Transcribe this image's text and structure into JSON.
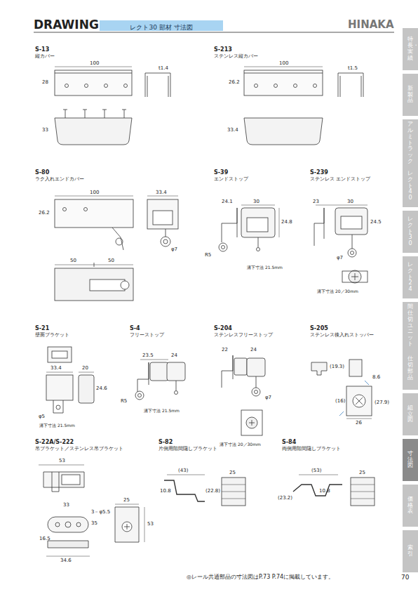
{
  "diagram": {
    "title": "DRAWING",
    "nodes": [
      {
        "text": [
          "レクト30 部材 寸法図"
        ]
      },
      {
        "text": [
          "特長・実績"
        ]
      },
      {
        "text": [
          "新製品"
        ]
      },
      {
        "text": [
          "アルミトラック"
        ]
      },
      {
        "text": [
          "レクト40"
        ]
      },
      {
        "text": [
          "レクト30"
        ]
      },
      {
        "text": [
          "レクト24"
        ]
      },
      {
        "text": [
          "間仕切ユニット"
        ]
      },
      {
        "text": [
          "仕切部品"
        ]
      },
      {
        "text": [
          "組立図"
        ]
      },
      {
        "text": [
          "寸法図"
        ]
      },
      {
        "text": [
          "価格表"
        ]
      },
      {
        "text": [
          "索引"
        ]
      }
    ],
    "labels": [
      "HINAKA",
      "S-13",
      "縦カバー",
      "100",
      "28",
      "t1.4",
      "33",
      "S-213",
      "ステンレス縦カバー",
      "100",
      "26.2",
      "t1.5",
      "33.4",
      "S-80",
      "ラク入れエンドカバー",
      "100",
      "33.4",
      "26.2",
      "φ7",
      "50",
      "50",
      "S-39",
      "エンドストップ",
      "24.1",
      "30",
      "24.8",
      "R5",
      "溝下寸法 21.5mm",
      "S-239",
      "ステンレス エンドストップ",
      "23",
      "30",
      "24.5",
      "φ7",
      "溝下寸法 20／30mm",
      "S-21",
      "壁面ブラケット",
      "33.4",
      "20",
      "24.6",
      "φ5",
      "溝下寸法 21.5mm",
      "S-4",
      "フリーストップ",
      "23.5",
      "24",
      "R5",
      "溝下寸法 21.5mm",
      "S-204",
      "ステンレスフリーストップ",
      "22",
      "24",
      "φ7",
      "溝下寸法 20／30mm",
      "S-205",
      "ステンレス後入れストッパー",
      "(19.3)",
      "8.6",
      "(16)",
      "(27.9)",
      "26",
      "S-22A/S-222",
      "吊ブラケット／ステンレス吊ブラケット",
      "53",
      "33",
      "3－φ5.5",
      "16.5",
      "35",
      "34.6",
      "25",
      "53",
      "S-82",
      "片側用階間隠しブラケット",
      "(43)",
      "10.8",
      "(22.8)",
      "25",
      "S-84",
      "両側用階間隠しブラケット",
      "(53)",
      "(23.2)",
      "10.8",
      "25",
      "◎レール共通部品の寸法図はP.73 P.74に掲載しています。",
      "70"
    ]
  }
}
